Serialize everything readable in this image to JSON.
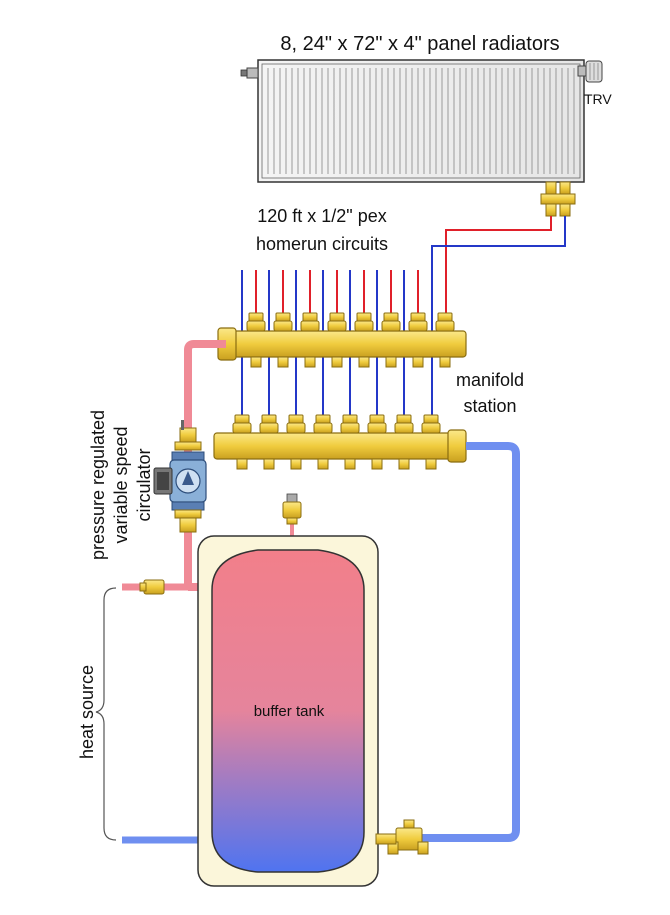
{
  "labels": {
    "radiators": "8, 24\" x 72\" x 4\" panel radiators",
    "trv": "TRV",
    "pex_line1": "120 ft x 1/2\" pex",
    "pex_line2": "homerun circuits",
    "manifold_line1": "manifold",
    "manifold_line2": "station",
    "circulator_line1": "pressure regulated",
    "circulator_line2": "variable speed",
    "circulator_line3": "circulator",
    "heat_source": "heat source",
    "buffer_tank": "buffer tank"
  },
  "colors": {
    "supply_pipe": "#f08a96",
    "return_pipe": "#6f8ff0",
    "supply_tube": "#e0202a",
    "return_tube": "#2438c8",
    "brass": "#f2d04a",
    "brass_dark": "#b8931a",
    "tank_jacket": "#fbf6da",
    "tank_top": "#f27f8a",
    "tank_bottom": "#5a78ee",
    "circulator_body": "#8ab0d8"
  },
  "manifold": {
    "supply_ports": 8,
    "return_ports": 8
  }
}
